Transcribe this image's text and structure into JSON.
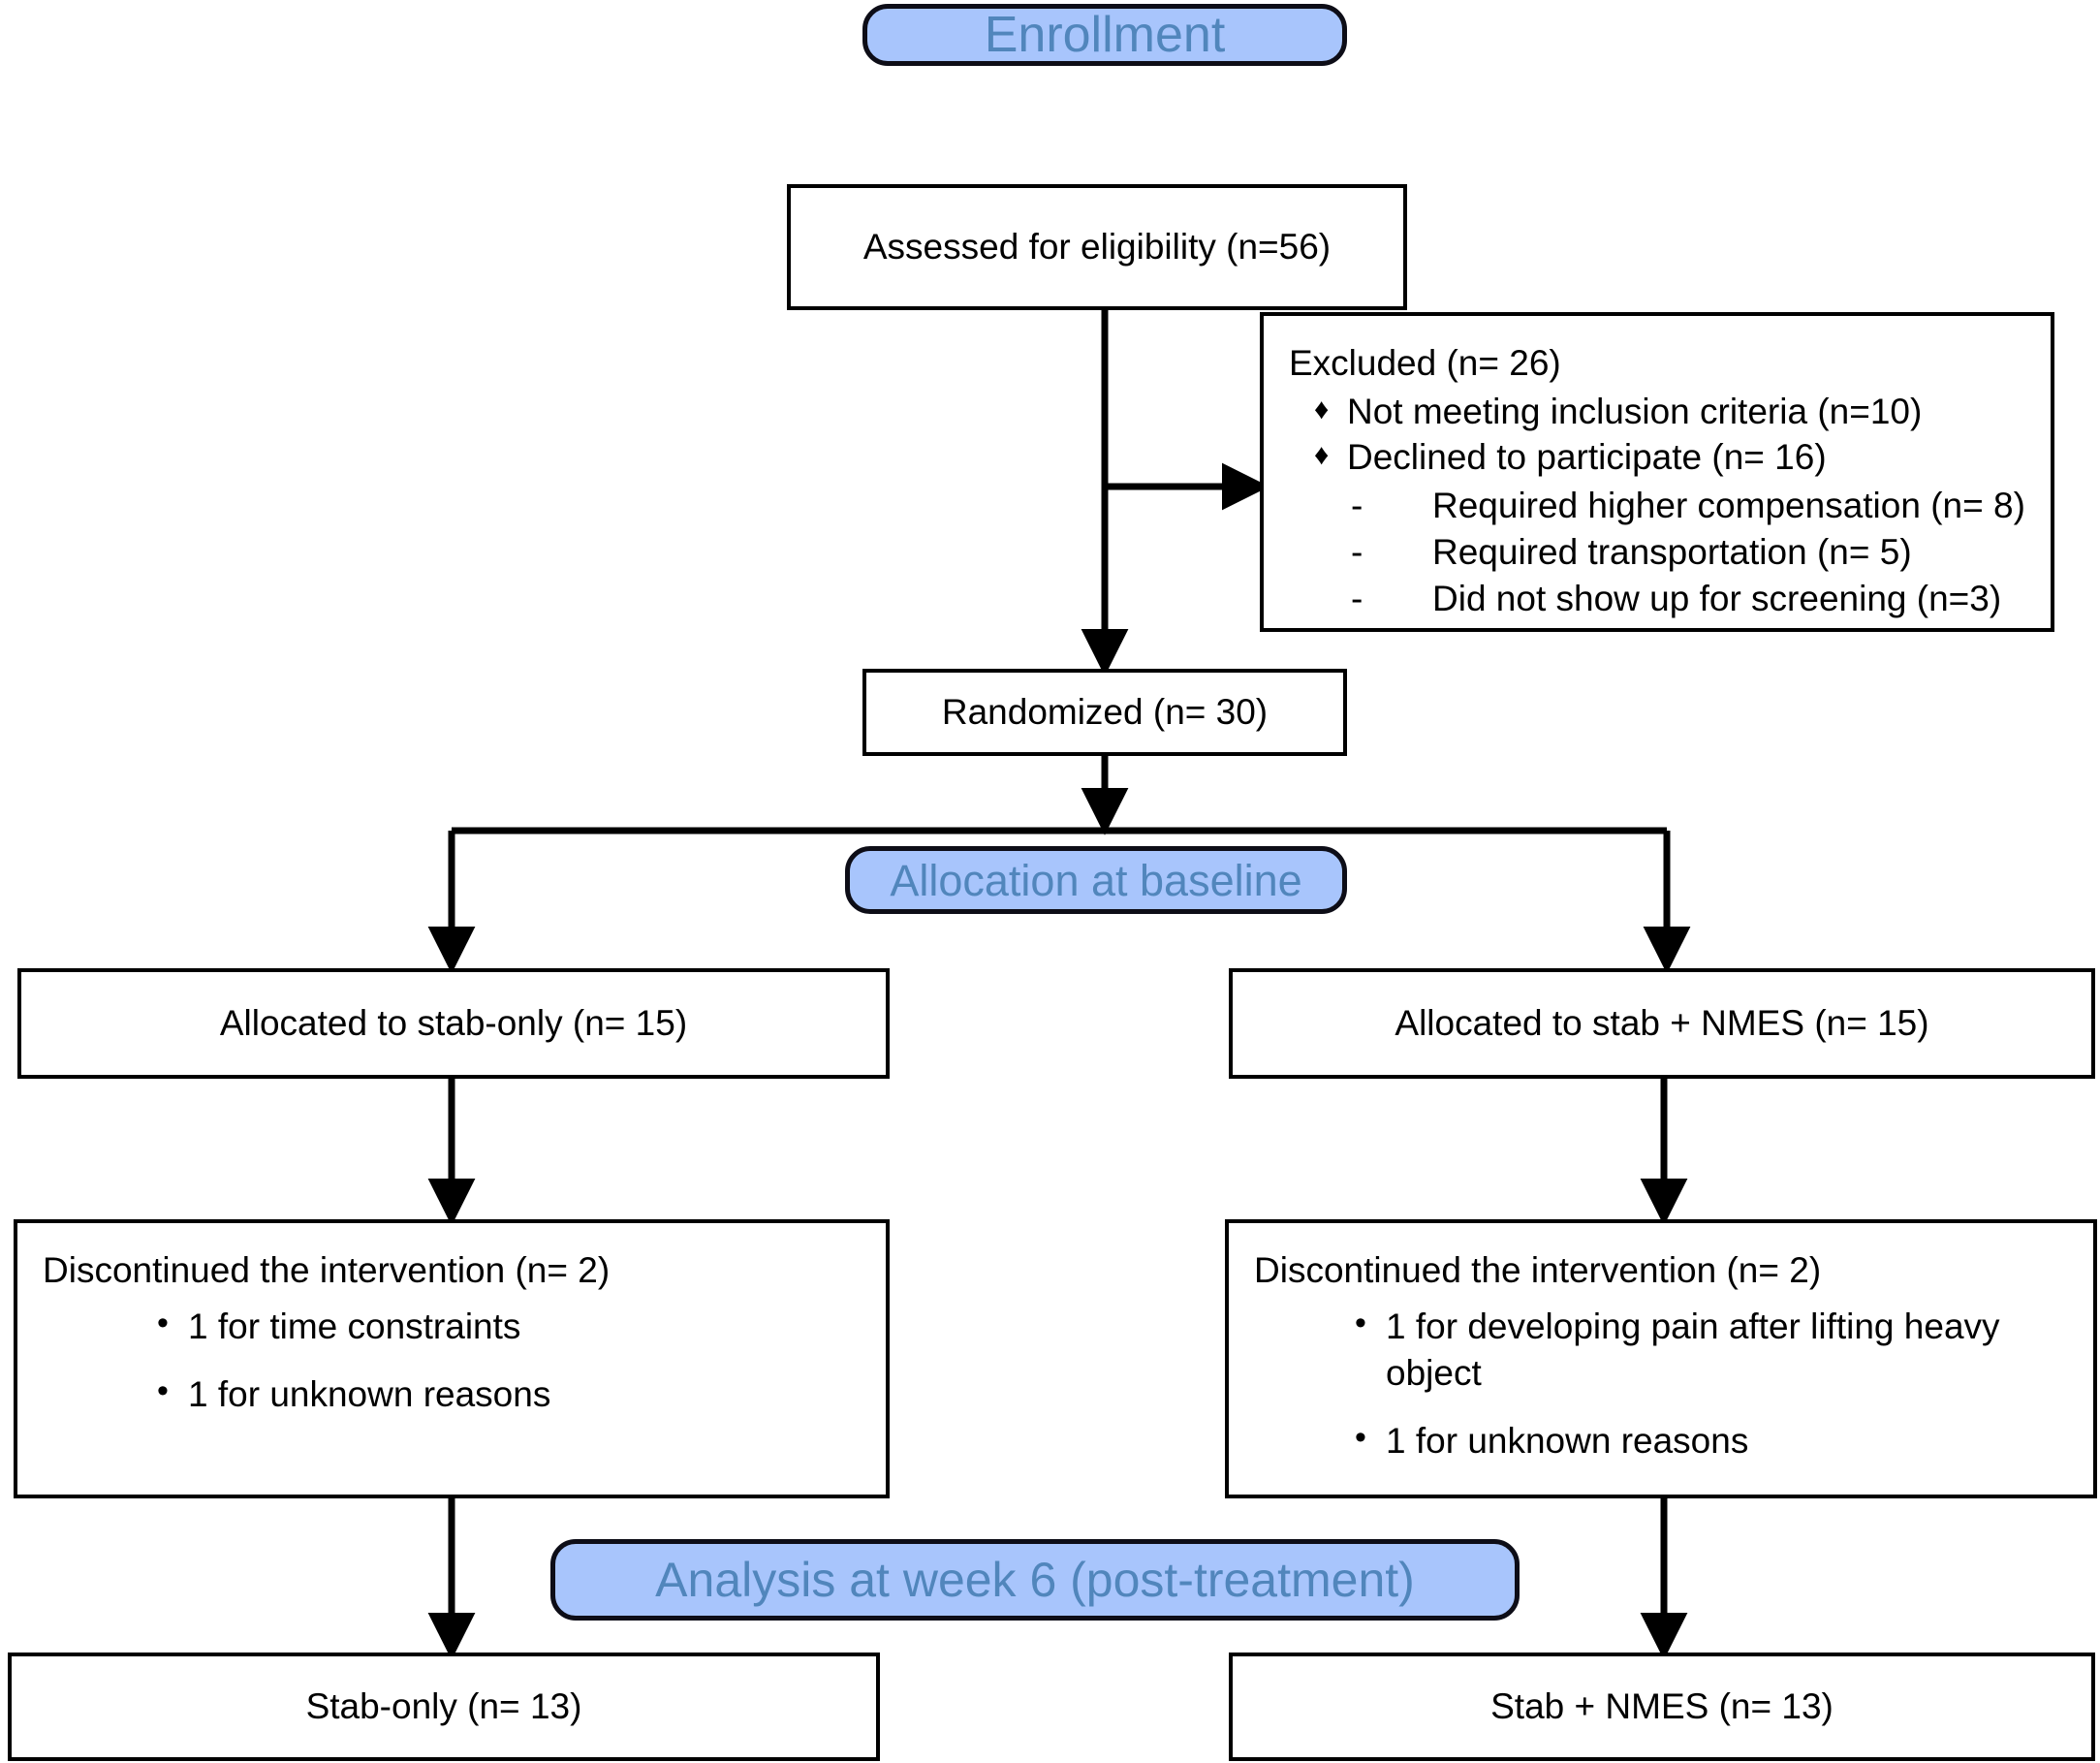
{
  "diagram": {
    "title": "CONSORT participant flow diagram",
    "accent_blue_fill": "#a8c5fc",
    "accent_blue_text": "#5186bc",
    "line_color": "#000000"
  },
  "banners": {
    "enrollment": "Enrollment",
    "allocation": "Allocation at baseline",
    "analysis": "Analysis at week 6 (post-treatment)"
  },
  "enrollment": {
    "assessed": "Assessed for eligibility (n=56)",
    "randomized": "Randomized (n= 30)"
  },
  "excluded": {
    "title": "Excluded (n= 26)",
    "reasons": [
      {
        "bullet": "♦",
        "text": "Not meeting inclusion criteria (n=10)"
      },
      {
        "bullet": "♦",
        "text": "Declined to participate (n= 16)"
      }
    ],
    "sub_reasons": [
      {
        "bullet": "-",
        "text": "Required higher compensation (n= 8)"
      },
      {
        "bullet": "-",
        "text": "Required transportation (n= 5)"
      },
      {
        "bullet": "-",
        "text": "Did not show up for screening (n=3)"
      }
    ]
  },
  "allocation": {
    "left": "Allocated to stab-only (n= 15)",
    "right": "Allocated to stab + NMES (n= 15)"
  },
  "discontinued": {
    "left": {
      "title": "Discontinued the intervention (n= 2)",
      "items": [
        {
          "bullet": "•",
          "text": "1 for time constraints"
        },
        {
          "bullet": "•",
          "text": "1 for unknown reasons"
        }
      ]
    },
    "right": {
      "title": "Discontinued the intervention (n= 2)",
      "items": [
        {
          "bullet": "•",
          "text": "1 for developing pain after lifting heavy object"
        },
        {
          "bullet": "•",
          "text": "1 for unknown reasons"
        }
      ]
    }
  },
  "analysis": {
    "left": "Stab-only (n= 13)",
    "right": "Stab + NMES (n= 13)"
  }
}
